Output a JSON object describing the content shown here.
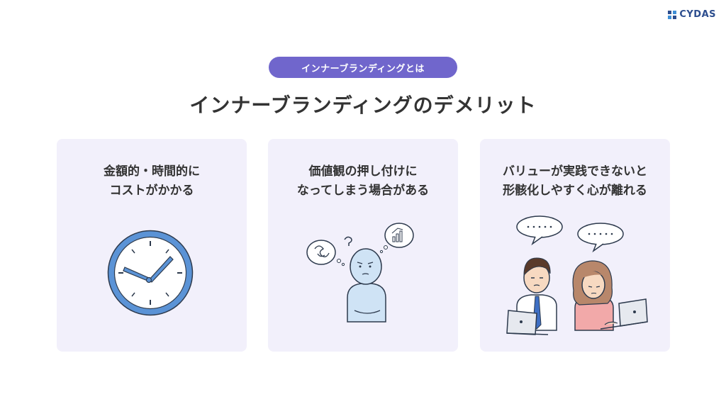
{
  "logo": {
    "text": "CYDAS"
  },
  "header": {
    "pill_label": "インナーブランディングとは",
    "title": "インナーブランディングのデメリット"
  },
  "cards": [
    {
      "line1": "金額的・時間的に",
      "line2": "コストがかかる",
      "illustration": "clock-icon"
    },
    {
      "line1": "価値観の押し付けに",
      "line2": "なってしまう場合がある",
      "illustration": "thinking-person"
    },
    {
      "line1": "バリューが実践できないと",
      "line2": "形骸化しやすく心が離れる",
      "illustration": "disengaged-workers"
    }
  ],
  "colors": {
    "accent": "#7066cc",
    "card_bg": "#f2f0fb",
    "logo": "#2c4d8e",
    "clock_blue": "#5b93d6"
  }
}
